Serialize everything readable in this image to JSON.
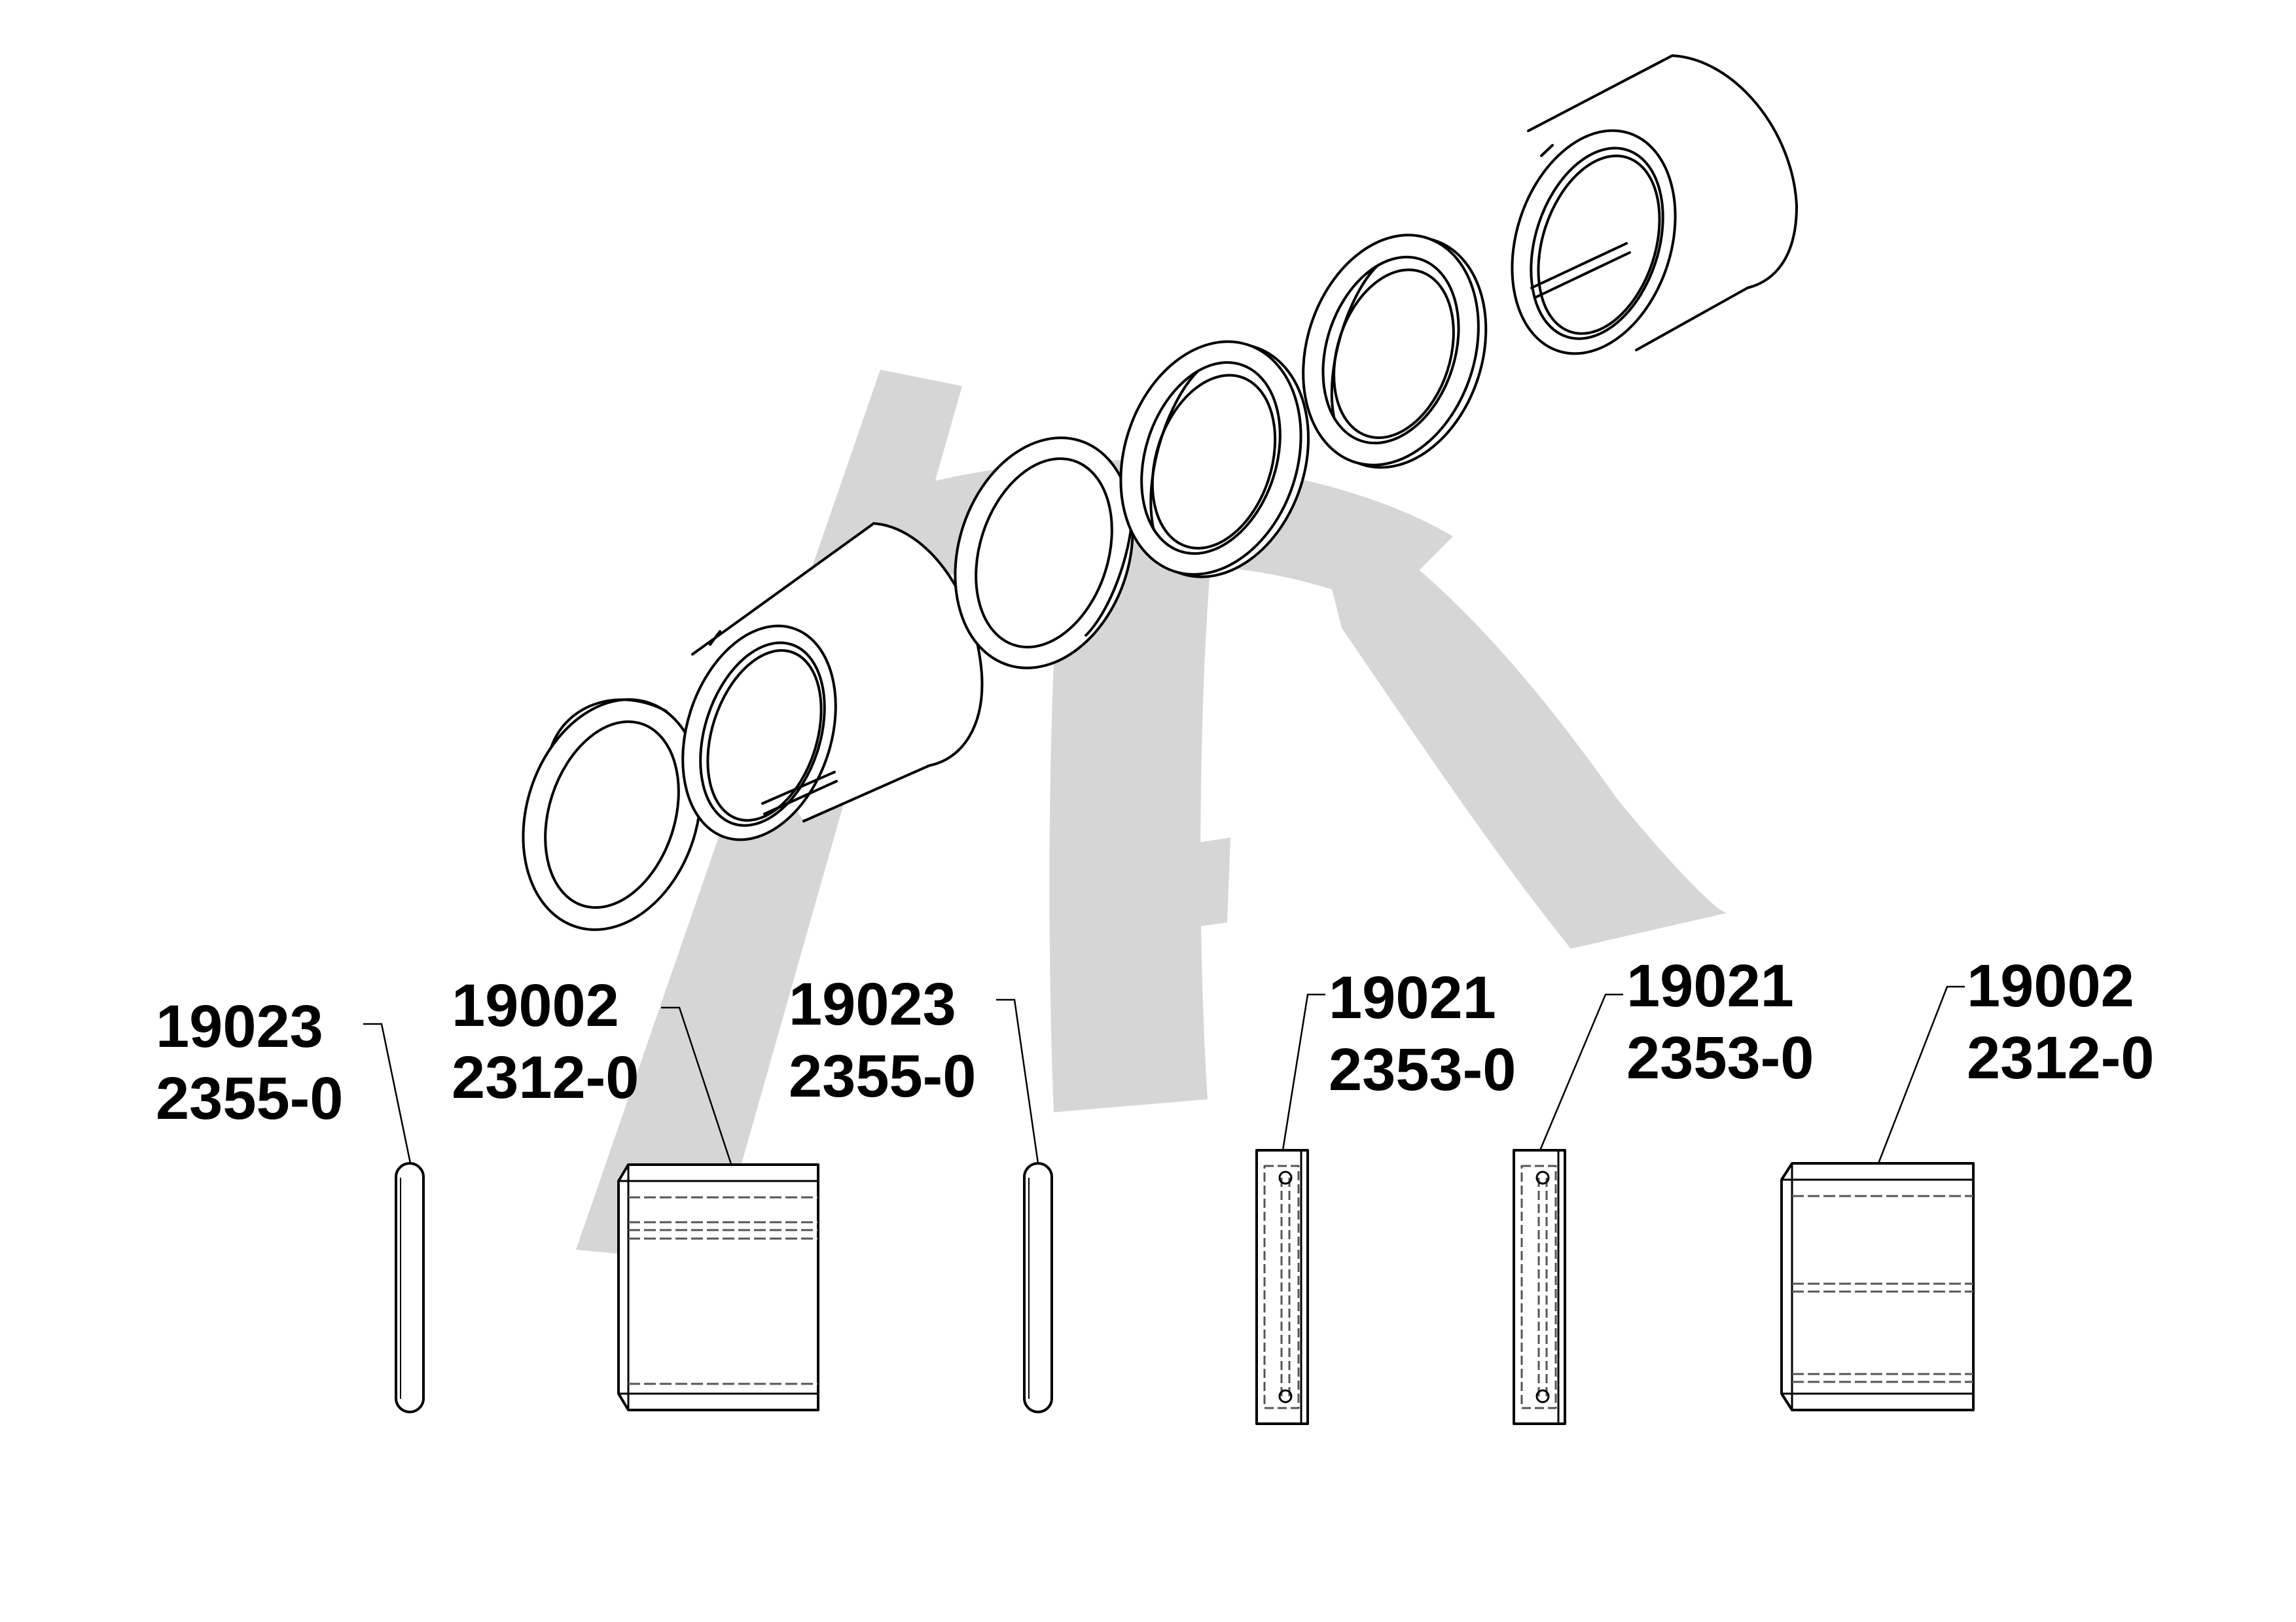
{
  "colors": {
    "line": "#000000",
    "watermark": "#d6d6d6",
    "dash": "#555555",
    "background": "#ffffff"
  },
  "watermark": {
    "icon": "stylized-pi-logo-watermark"
  },
  "labels": [
    {
      "line1": "19023",
      "line2": "2355-0"
    },
    {
      "line1": "19002",
      "line2": "2312-0"
    },
    {
      "line1": "19023",
      "line2": "2355-0"
    },
    {
      "line1": "19021",
      "line2": "2353-0"
    },
    {
      "line1": "19021",
      "line2": "2353-0"
    },
    {
      "line1": "19002",
      "line2": "2312-0"
    }
  ]
}
